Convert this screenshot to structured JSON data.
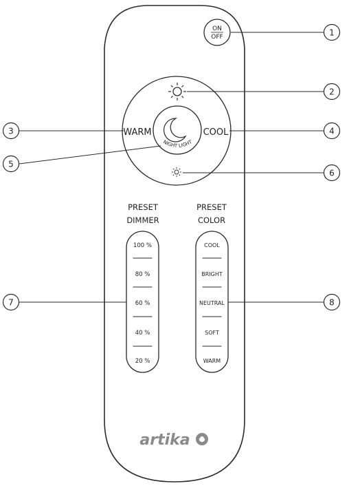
{
  "power_button": {
    "label_top": "ON",
    "label_bottom": "OFF"
  },
  "dial": {
    "warm_label": "WARM",
    "cool_label": "COOL",
    "night_light_label": "NIGHT LIGHT",
    "bright_icon": "sun-large-icon",
    "dim_icon": "sun-small-icon"
  },
  "preset_dimmer": {
    "title_line1": "PRESET",
    "title_line2": "DIMMER",
    "items": [
      "100 %",
      "80 %",
      "60 %",
      "40 %",
      "20 %"
    ]
  },
  "preset_color": {
    "title_line1": "PRESET",
    "title_line2": "COLOR",
    "items": [
      "COOL",
      "BRIGHT",
      "NEUTRAL",
      "SOFT",
      "WARM"
    ]
  },
  "brand": {
    "name": "artika"
  },
  "callouts": [
    "1",
    "2",
    "3",
    "4",
    "5",
    "6",
    "7",
    "8"
  ]
}
